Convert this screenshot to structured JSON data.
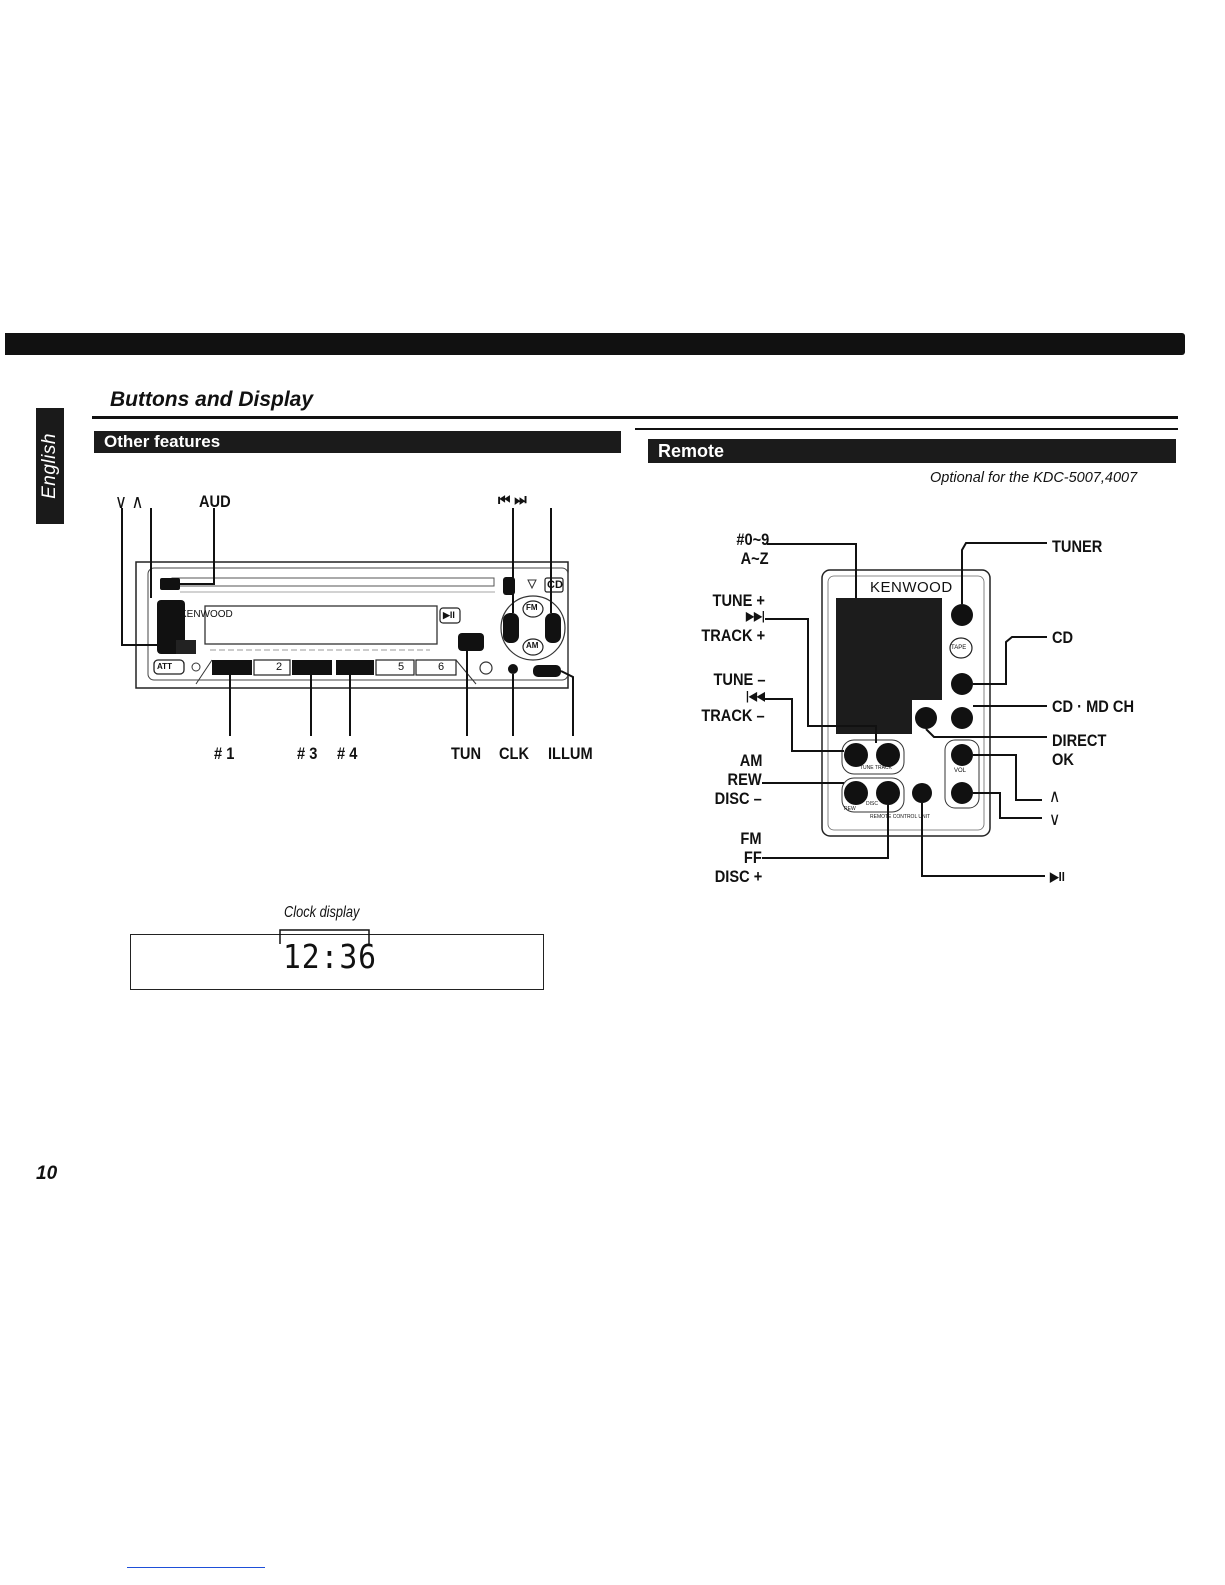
{
  "language_tab": "English",
  "section_title": "Buttons and Display",
  "other_features": {
    "band_title": "Other features",
    "labels": {
      "down_up": "∨ ∧",
      "aud": "AUD",
      "prev_next": "⏮ ⏭",
      "p1": "# 1",
      "p3": "# 3",
      "p4": "# 4",
      "tun": "TUN",
      "clk": "CLK",
      "illum": "ILLUM"
    },
    "unit": {
      "brand": "KENWOOD",
      "att": "ATT",
      "cd": "CD",
      "fm": "FM",
      "am": "AM",
      "play": "▶II",
      "preset_2": "2",
      "preset_5": "5",
      "preset_6": "6"
    }
  },
  "clock": {
    "caption": "Clock display",
    "digits": "12:36"
  },
  "remote": {
    "band_title": "Remote",
    "optional_note": "Optional for the KDC-5007,4007",
    "brand": "KENWOOD",
    "labels": {
      "num_line1": "#0~9",
      "num_line2": "A~Z",
      "tune_plus": "TUNE +",
      "next_icon": "▶▶|",
      "track_plus": "TRACK +",
      "tune_minus": "TUNE –",
      "prev_icon": "|◀◀",
      "track_minus": "TRACK –",
      "am": "AM",
      "rew": "REW",
      "disc_minus": "DISC –",
      "fm": "FM",
      "ff": "FF",
      "disc_plus": "DISC +",
      "tuner": "TUNER",
      "cd": "CD",
      "cd_md_ch": "CD · MD CH",
      "direct": "DIRECT",
      "ok": "OK",
      "up": "∧",
      "down": "∨",
      "play_pause": "▶II"
    },
    "small": {
      "tape": "TAPE",
      "vol": "VOL",
      "tune_track": "TUNE TRACK",
      "disc": "DISC",
      "rew": "REW",
      "remote_control_unit": "REMOTE CONTROL UNIT"
    }
  },
  "page_number": "10"
}
